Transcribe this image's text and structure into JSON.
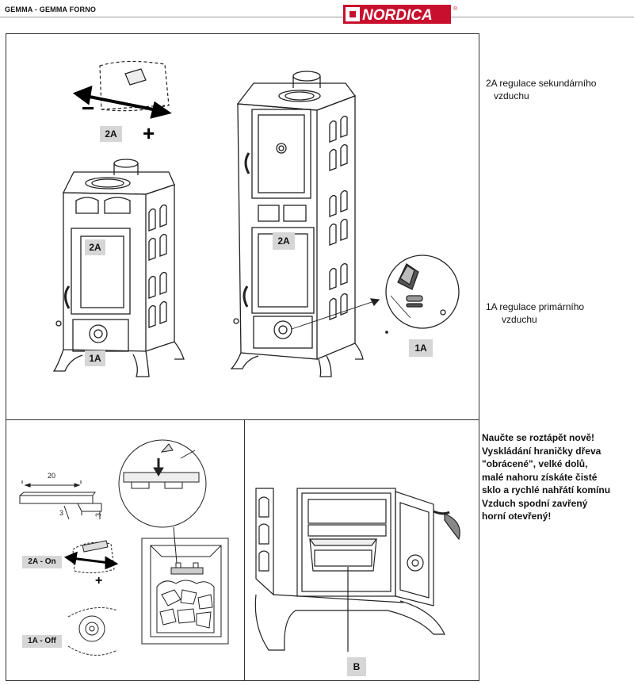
{
  "header": {
    "title": "GEMMA - GEMMA FORNO",
    "brand": "NORDICA",
    "brand_color": "#c8102e"
  },
  "labels": {
    "secondary_small": "2A",
    "secondary_door_small": "2A",
    "primary_small": "1A",
    "secondary_large": "2A",
    "primary_zoom": "1A",
    "on_label": "2A - On",
    "off_label": "1A - Off",
    "tray_label": "B",
    "plus_sign": "+",
    "minus_sign": "−"
  },
  "dimensions": {
    "length": "20",
    "thickness_left": "3",
    "thickness_right": "3"
  },
  "notes": {
    "secondary_air": "2A regulace sekundárního\n   vzduchu",
    "primary_air": "1A regulace primárního\n      vzduchu",
    "lighting_tip": "Naučte se roztápět nově!\nVyskládání hraničky dřeva\n\"obrácené\", velké dolů,\nmalé nahoru získáte čisté\nsklo a rychlé nahřátí komínu\nVzduch spodní zavřený\nhorní otevřený!"
  }
}
